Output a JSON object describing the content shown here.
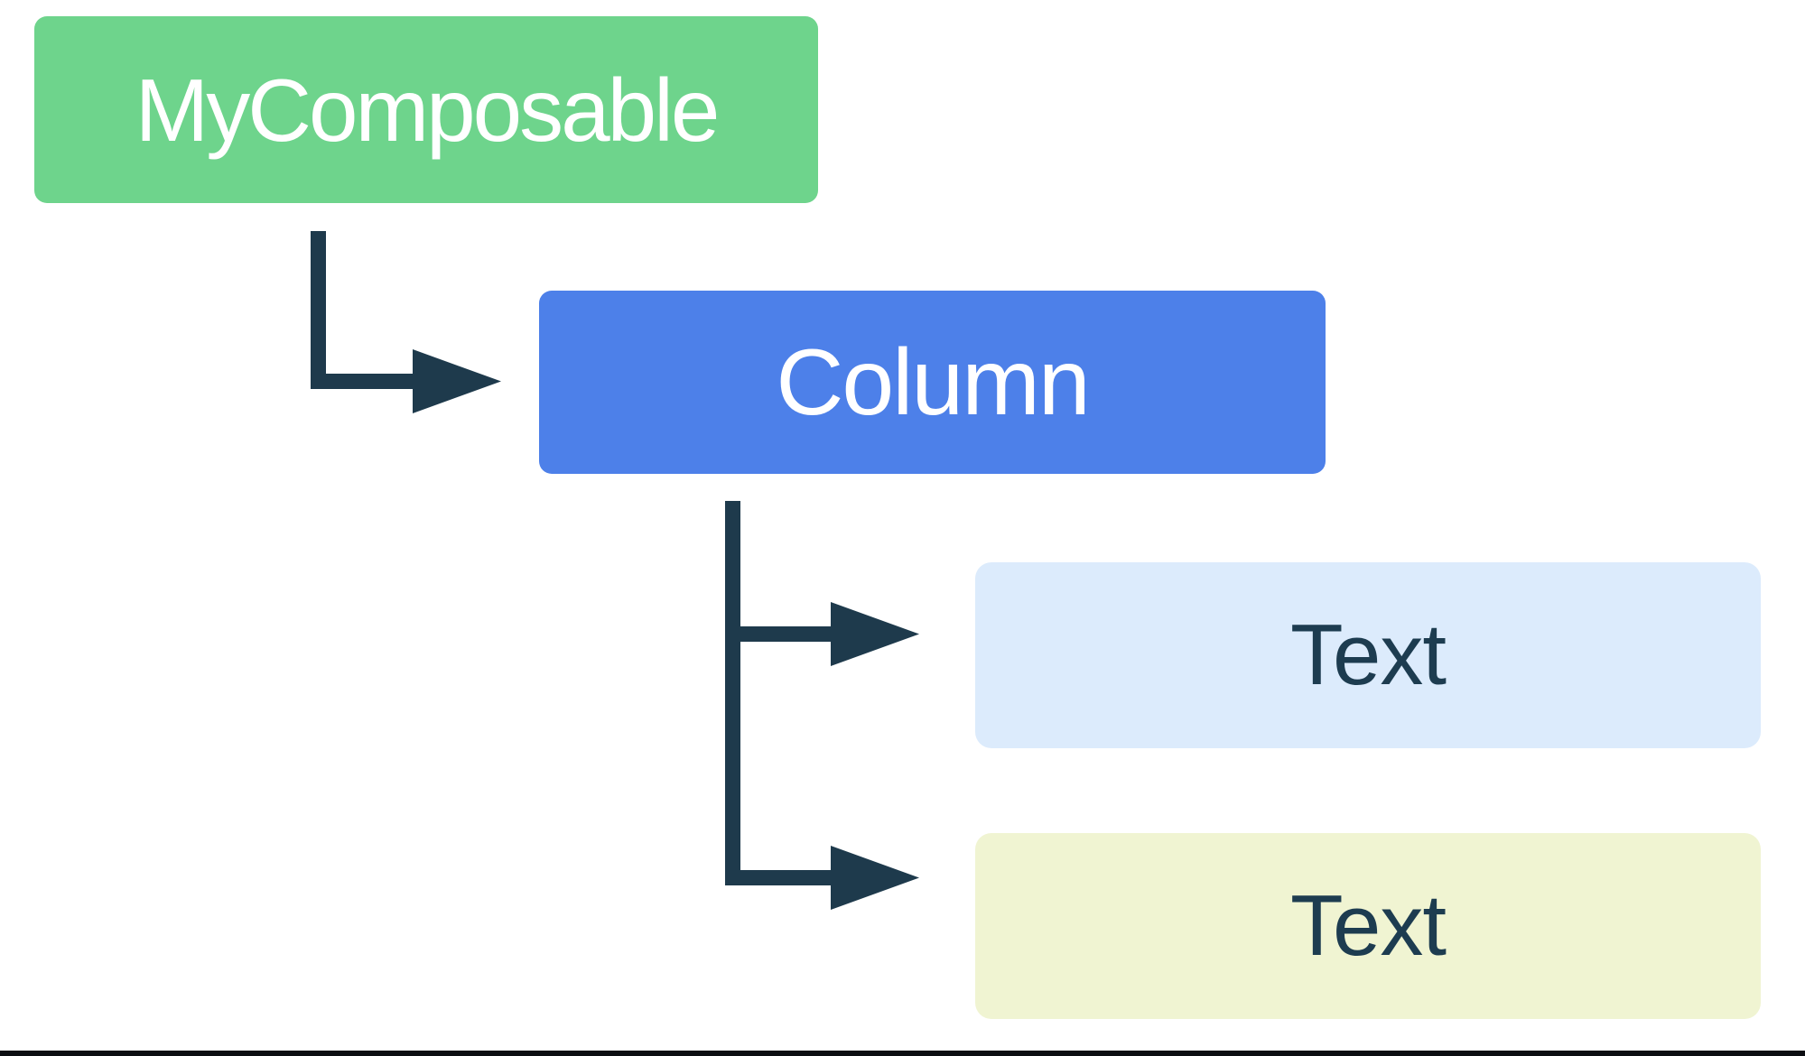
{
  "diagram": {
    "title": "composable-hierarchy",
    "nodes": [
      {
        "id": "my-composable",
        "label": "MyComposable",
        "role": "root"
      },
      {
        "id": "column",
        "label": "Column",
        "role": "container"
      },
      {
        "id": "text-1",
        "label": "Text",
        "role": "leaf"
      },
      {
        "id": "text-2",
        "label": "Text",
        "role": "leaf"
      }
    ],
    "edges": [
      {
        "from": "my-composable",
        "to": "column"
      },
      {
        "from": "column",
        "to": "text-1"
      },
      {
        "from": "column",
        "to": "text-2"
      }
    ]
  },
  "colors": {
    "background": "#ffffff",
    "root_node_bg": "#6ed48c",
    "root_node_text": "#ffffff",
    "column_node_bg": "#4d80e9",
    "column_node_text": "#ffffff",
    "text1_node_bg": "#dcebfc",
    "text2_node_bg": "#f0f4d2",
    "leaf_node_text": "#1d3c50",
    "arrow": "#1e3a4c",
    "bottom_border": "#0c0e12"
  }
}
